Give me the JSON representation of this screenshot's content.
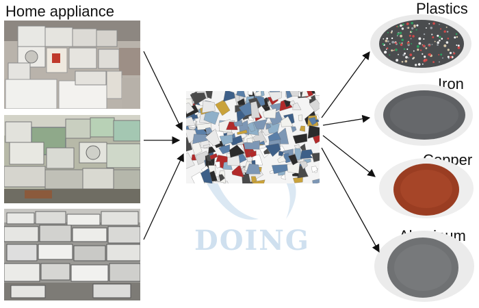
{
  "title": "Home appliance",
  "outputs": {
    "plastics": "Plastics",
    "iron": "Iron",
    "copper": "Copper",
    "aluminum": "Aluminum"
  },
  "watermark": "DOING",
  "colors": {
    "plastics": "#7a7f86",
    "iron": "#5e6063",
    "copper": "#9a3d22",
    "aluminum": "#6f7173",
    "watermark": "#cfe0ef"
  }
}
